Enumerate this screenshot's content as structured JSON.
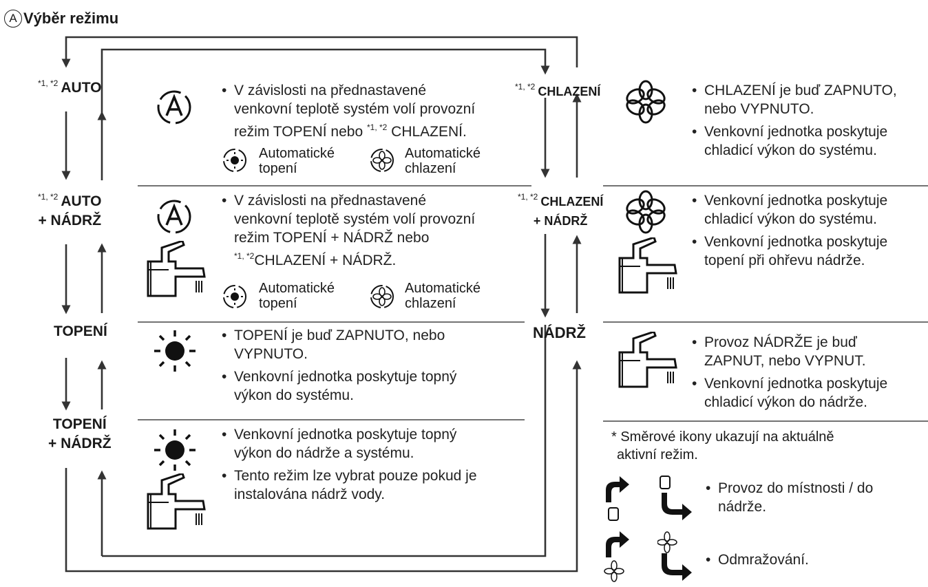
{
  "title": {
    "badge": "A",
    "text": "Výběr režimu"
  },
  "left_modes": {
    "auto": {
      "sup": "*1, *2",
      "label": "AUTO"
    },
    "auto_tank": {
      "sup": "*1, *2",
      "label1": "AUTO",
      "label2": "+ NÁDRŽ"
    },
    "heat": {
      "label": "TOPENÍ"
    },
    "heat_tank": {
      "label1": "TOPENÍ",
      "label2": "+ NÁDRŽ"
    }
  },
  "right_modes": {
    "cool": {
      "sup": "*1, *2",
      "label": "CHLAZENÍ"
    },
    "cool_tank": {
      "sup": "*1, *2",
      "label1": "CHLAZENÍ",
      "label2": "+ NÁDRŽ"
    },
    "tank": {
      "label": "NÁDRŽ"
    }
  },
  "desc": {
    "auto": {
      "l1": "V závislosti na přednastavené",
      "l2": "venkovní teplotě systém volí provozní",
      "l3a": "režim TOPENÍ nebo ",
      "l3sup": "*1, *2",
      "l3b": " CHLAZENÍ.",
      "heat_auto_1": "Automatické",
      "heat_auto_2": "topení",
      "cool_auto_1": "Automatické",
      "cool_auto_2": "chlazení"
    },
    "auto_tank": {
      "l1": "V závislosti na přednastavené",
      "l2": "venkovní teplotě systém volí provozní",
      "l3": "režim TOPENÍ + NÁDRŽ nebo",
      "l4sup": "*1, *2",
      "l4": "CHLAZENÍ + NÁDRŽ.",
      "heat_auto_1": "Automatické",
      "heat_auto_2": "topení",
      "cool_auto_1": "Automatické",
      "cool_auto_2": "chlazení"
    },
    "heat": {
      "b1l1": "TOPENÍ je buď ZAPNUTO, nebo",
      "b1l2": "VYPNUTO.",
      "b2l1": "Venkovní jednotka poskytuje topný",
      "b2l2": "výkon do systému."
    },
    "heat_tank": {
      "b1l1": "Venkovní jednotka poskytuje topný",
      "b1l2": "výkon do nádrže a systému.",
      "b2l1": "Tento režim lze vybrat pouze pokud je",
      "b2l2": "instalována nádrž vody."
    },
    "cool": {
      "b1l1": "CHLAZENÍ je buď ZAPNUTO,",
      "b1l2": "nebo VYPNUTO.",
      "b2l1": "Venkovní jednotka poskytuje",
      "b2l2": "chladicí výkon do systému."
    },
    "cool_tank": {
      "b1l1": "Venkovní jednotka poskytuje",
      "b1l2": "chladicí výkon do systému.",
      "b2l1": "Venkovní jednotka poskytuje",
      "b2l2": "topení při ohřevu nádrže."
    },
    "tank": {
      "b1l1": "Provoz NÁDRŽE je buď",
      "b1l2": "ZAPNUT, nebo VYPNUT.",
      "b2l1": "Venkovní jednotka poskytuje",
      "b2l2": "chladicí výkon do nádrže."
    }
  },
  "note": {
    "l1": "* Směrové ikony ukazují na aktuálně",
    "l2": "aktivní režim.",
    "room_tank_l1": "Provoz do místnosti / do",
    "room_tank_l2": "nádrže.",
    "defrost": "Odmražování."
  },
  "bullet": "•",
  "colors": {
    "line": "#333333",
    "text": "#1a1a1a"
  }
}
